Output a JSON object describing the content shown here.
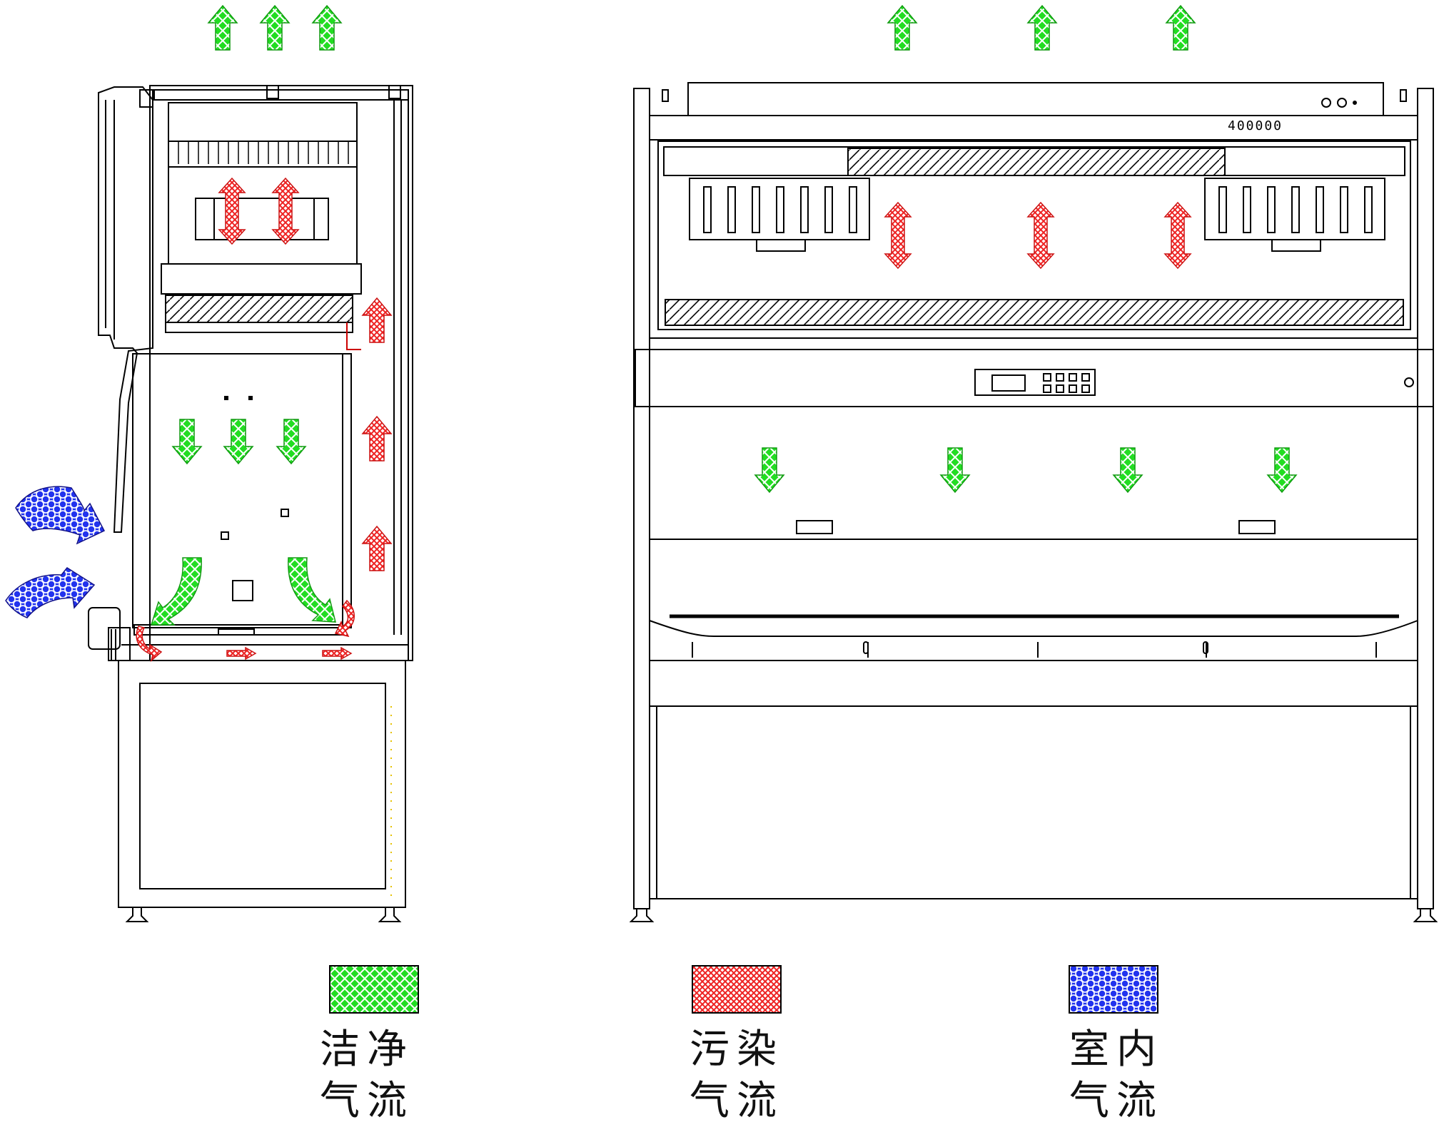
{
  "legend": [
    {
      "id": "clean",
      "line1": "洁净",
      "line2": "气流",
      "color": "#22dd22",
      "pattern": "green-mesh"
    },
    {
      "id": "contaminated",
      "line1": "污染",
      "line2": "气流",
      "color": "#ee3333",
      "pattern": "red-crosshatch"
    },
    {
      "id": "room",
      "line1": "室内",
      "line2": "气流",
      "color": "#2222ee",
      "pattern": "blue-hexagon"
    }
  ],
  "panel_display": "400000",
  "icons": {
    "clean_arrow": "green-arrow-icon",
    "contaminated_arrow": "red-arrow-icon",
    "room_arrow": "blue-curved-arrow-icon"
  }
}
